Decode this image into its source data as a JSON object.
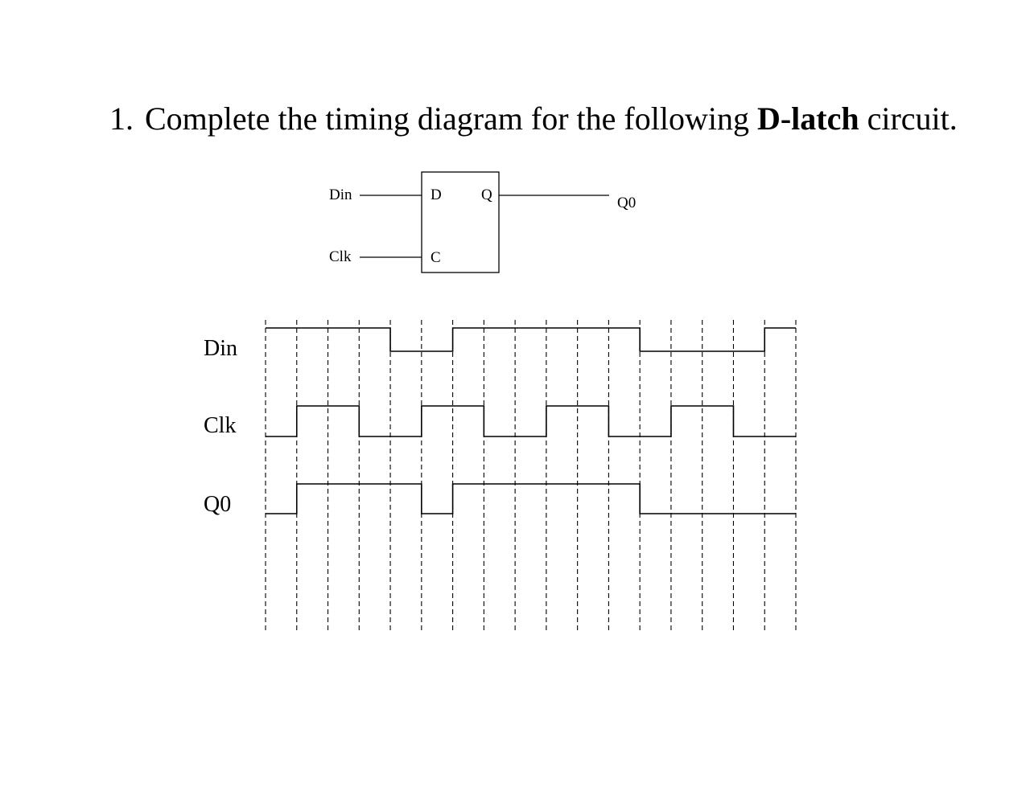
{
  "question": {
    "number": "1.",
    "text_before": "Complete the timing diagram for the following",
    "text_bold": "D-latch",
    "text_after": "circuit."
  },
  "circuit": {
    "input_d_label": "Din",
    "input_c_label": "Clk",
    "pin_d": "D",
    "pin_c": "C",
    "pin_q": "Q",
    "output_label": "Q0"
  },
  "timing": {
    "slots": 17,
    "rows": [
      {
        "label": "Din",
        "levels": [
          1,
          1,
          1,
          1,
          0,
          0,
          1,
          1,
          1,
          1,
          1,
          1,
          0,
          0,
          0,
          0,
          1
        ]
      },
      {
        "label": "Clk",
        "levels": [
          0,
          1,
          1,
          0,
          0,
          1,
          1,
          0,
          0,
          1,
          1,
          0,
          0,
          1,
          1,
          0,
          0
        ]
      },
      {
        "label": "Q0",
        "levels": [
          0,
          1,
          1,
          1,
          1,
          0,
          1,
          1,
          1,
          1,
          1,
          1,
          0,
          0,
          0,
          0,
          0
        ]
      }
    ]
  }
}
